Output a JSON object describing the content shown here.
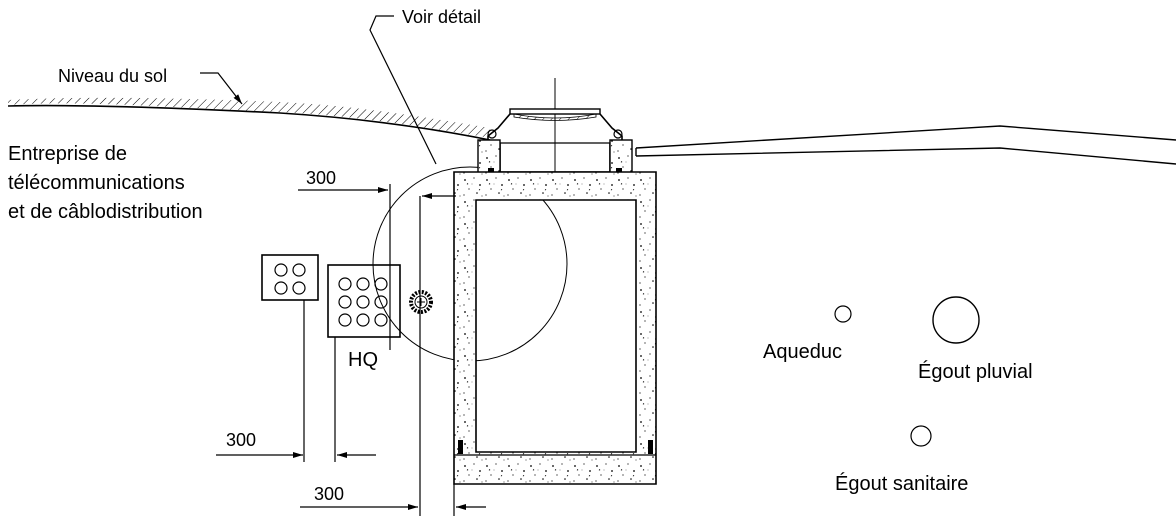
{
  "labels": {
    "detail_callout": "Voir détail",
    "ground_level": "Niveau du sol",
    "telecom_line1": "Entreprise de",
    "telecom_line2": "télécommunications",
    "telecom_line3": "et de câblodistribution",
    "hq": "HQ",
    "aqueduct": "Aqueduc",
    "storm_sewer": "Égout pluvial",
    "sanitary_sewer": "Égout sanitaire"
  },
  "dimensions": {
    "top": "300",
    "middle": "300",
    "bottom": "300"
  },
  "colors": {
    "line": "#000000",
    "background": "#ffffff",
    "concrete_speckle": "#000000"
  }
}
